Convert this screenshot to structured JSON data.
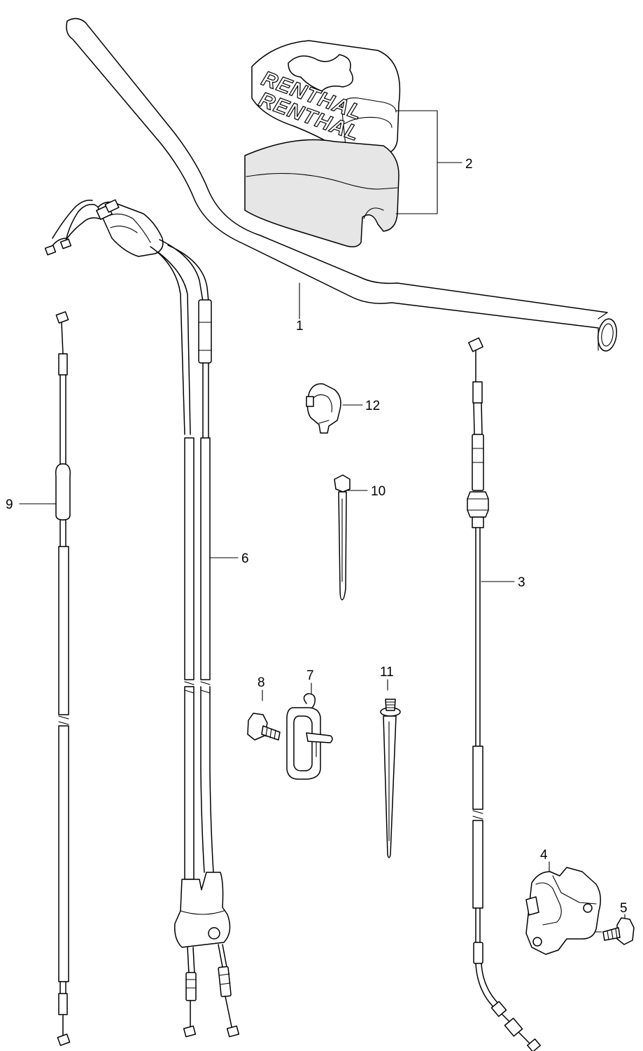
{
  "diagram": {
    "brand_text": "RENTHAL",
    "callouts": {
      "c1": "1",
      "c2": "2",
      "c3": "3",
      "c4": "4",
      "c5": "5",
      "c6": "6",
      "c7": "7",
      "c8": "8",
      "c9": "9",
      "c10": "10",
      "c11": "11",
      "c12": "12"
    }
  }
}
